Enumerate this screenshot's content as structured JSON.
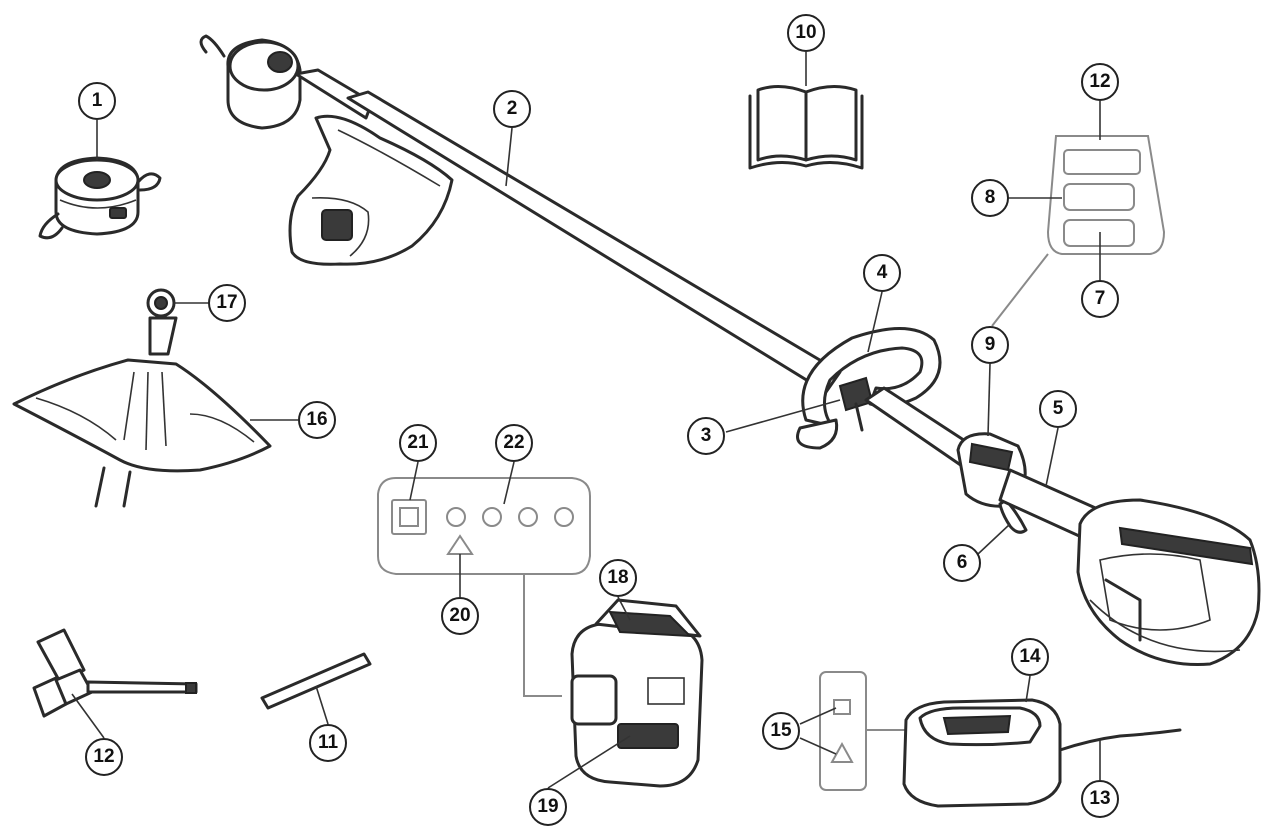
{
  "diagram": {
    "type": "exploded-parts-illustration",
    "line_color": "#2a2a2a",
    "inset_color": "#8a8a8a",
    "callouts": [
      "1",
      "2",
      "3",
      "4",
      "5",
      "6",
      "7",
      "8",
      "9",
      "10",
      "11",
      "12",
      "12",
      "13",
      "14",
      "15",
      "15",
      "16",
      "17",
      "18",
      "19",
      "20",
      "21",
      "22"
    ],
    "parts": [
      "trimmer-head-icon",
      "shaft-icon",
      "handle-icon",
      "loop-handle-icon",
      "switch-lock-icon",
      "trigger-icon",
      "button-icon",
      "button-icon",
      "control-panel-icon",
      "manual-icon",
      "rod-icon",
      "control-label-icon",
      "wrench-icon",
      "power-cord-icon",
      "charger-icon",
      "charger-led-icon",
      "guard-icon",
      "nut-icon",
      "battery-icon",
      "battery-release-icon",
      "warning-icon",
      "battery-button-icon",
      "led-row-icon"
    ]
  }
}
